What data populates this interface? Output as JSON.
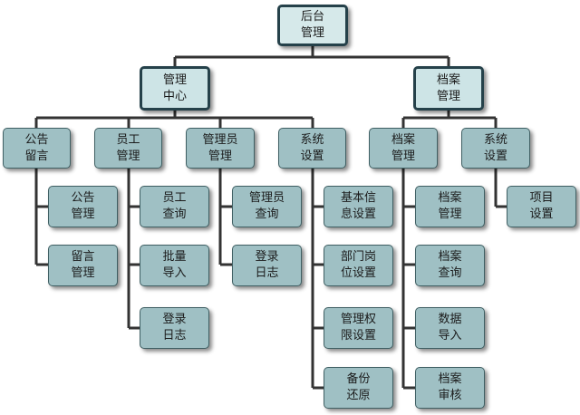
{
  "colors": {
    "box_fill": "#9fc0c4",
    "box_highlight": "#cde4e6",
    "root_fill": "#d6e9ea",
    "connector": "#333333"
  },
  "root": {
    "label": "后台\n管理"
  },
  "center_mgmt": {
    "label": "管理\n中心"
  },
  "archive_mgmt": {
    "label": "档案\n管理"
  },
  "modules": {
    "notice": {
      "label": "公告\n留言",
      "children": [
        "公告\n管理",
        "留言\n管理"
      ]
    },
    "staff": {
      "label": "员工\n管理",
      "children": [
        "员工\n查询",
        "批量\n导入",
        "登录\n日志"
      ]
    },
    "admin": {
      "label": "管理员\n管理",
      "children": [
        "管理员\n查询",
        "登录\n日志"
      ]
    },
    "system": {
      "label": "系统\n设置",
      "children": [
        "基本信\n息设置",
        "部门岗\n位设置",
        "管理权\n限设置",
        "备份\n还原"
      ]
    },
    "archive": {
      "label": "档案\n管理",
      "children": [
        "档案\n管理",
        "档案\n查询",
        "数据\n导入",
        "档案\n审核"
      ]
    },
    "archive_system": {
      "label": "系统\n设置",
      "children": [
        "项目\n设置"
      ]
    }
  }
}
